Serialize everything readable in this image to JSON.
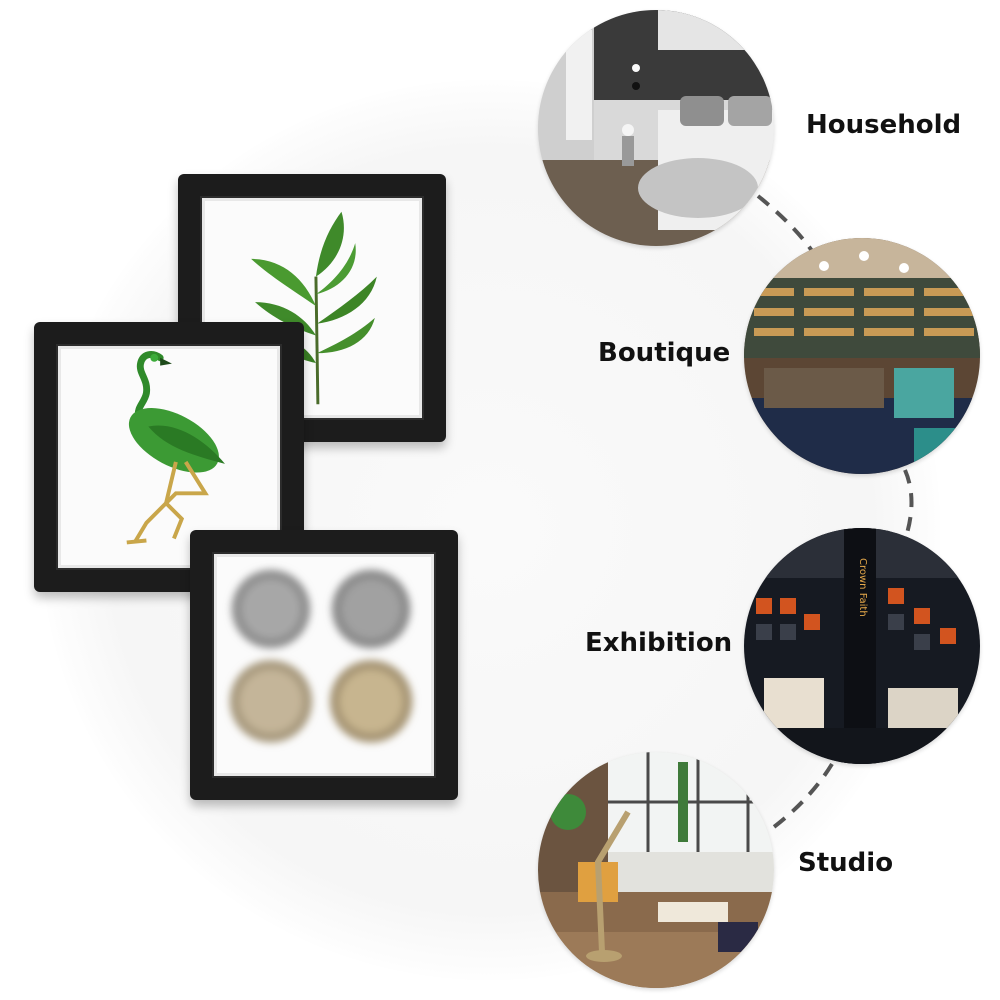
{
  "labels": {
    "household": "Household",
    "boutique": "Boutique",
    "exhibition": "Exhibition",
    "studio": "Studio"
  },
  "exhibition_sign": "Crown Faith",
  "scene_icons": {
    "household": "bedroom-scene",
    "boutique": "jewelry-store-scene",
    "exhibition": "exhibition-booth-scene",
    "studio": "studio-desk-scene"
  },
  "colors": {
    "frame": "#1c1c1c",
    "label_text": "#111111",
    "connector": "#555555",
    "leaf": "#3f8a2a",
    "flamingo": "#3c9a34"
  }
}
